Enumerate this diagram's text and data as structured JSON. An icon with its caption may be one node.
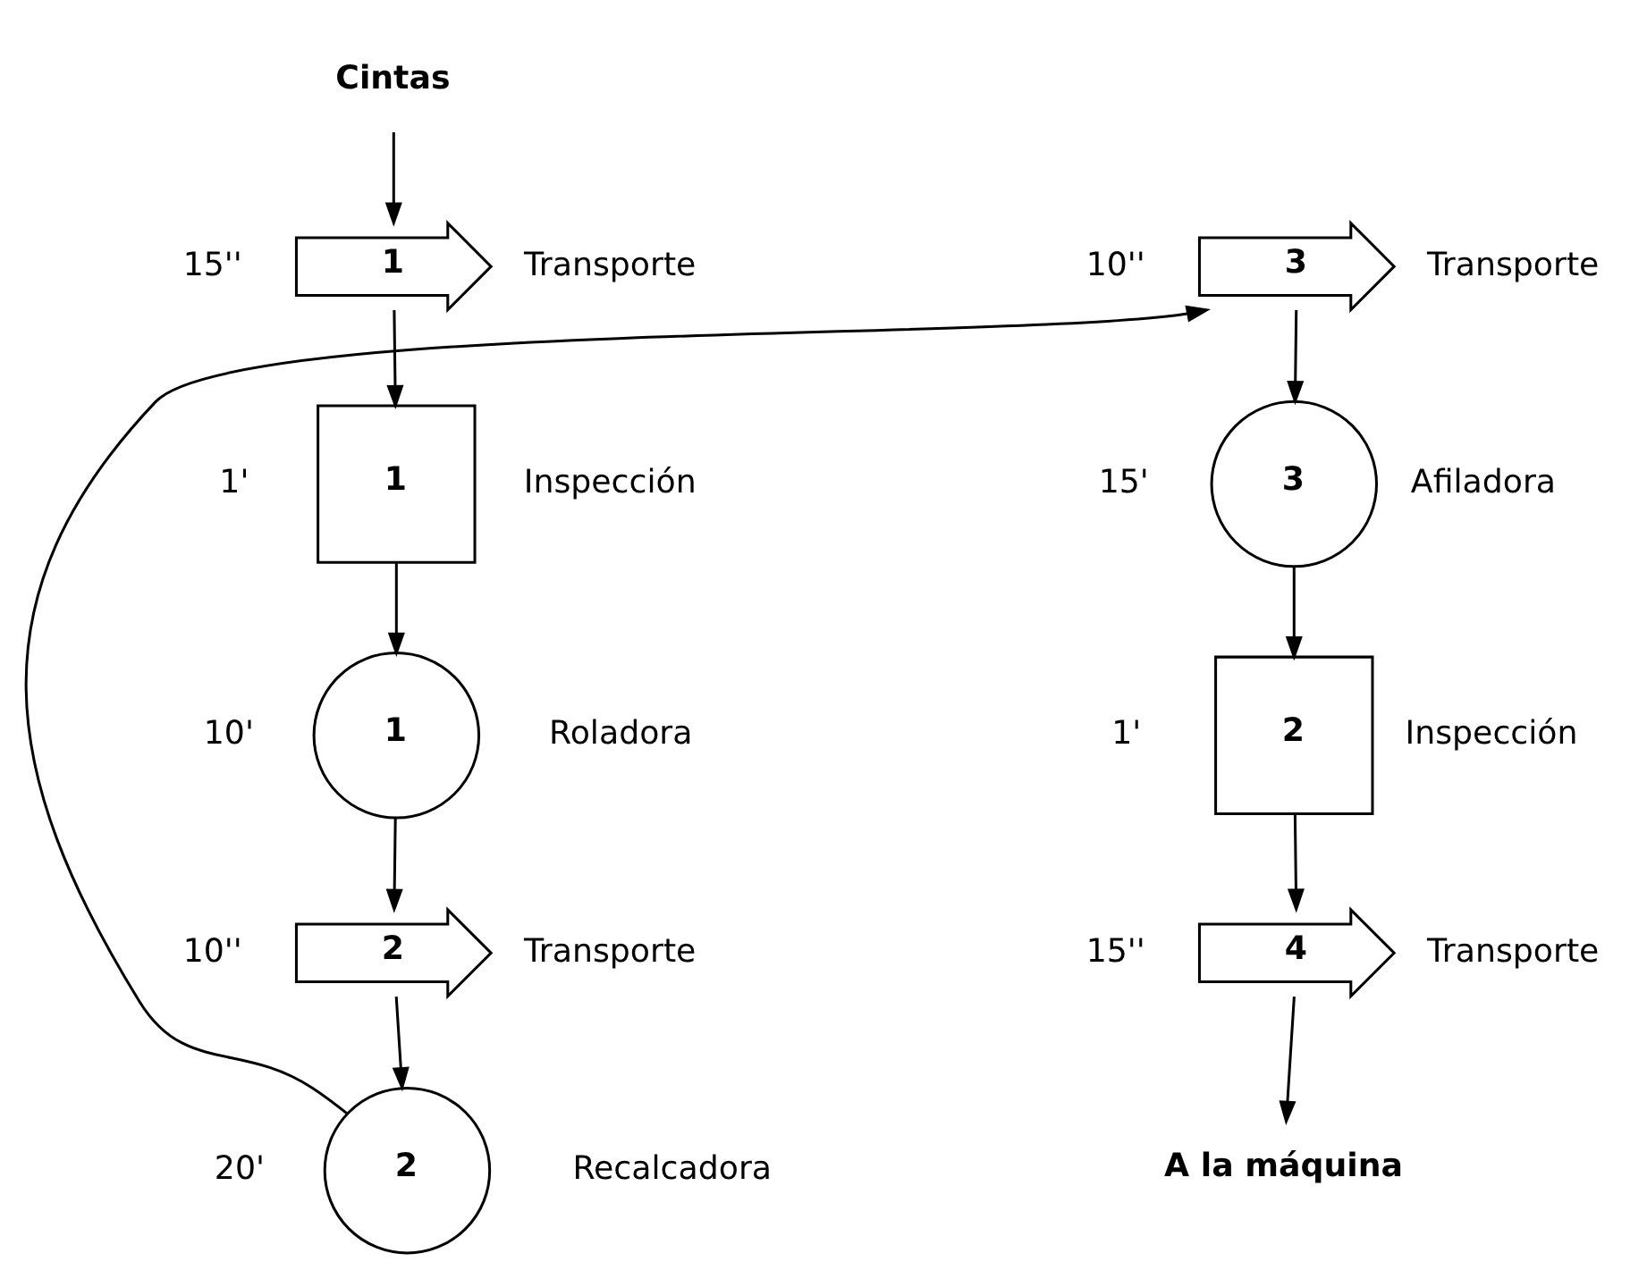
{
  "diagram": {
    "nodes": [
      {
        "text": [
          "Cintas"
        ]
      },
      {
        "text": [
          "1"
        ],
        "beside": [
          "15''",
          "Transporte"
        ]
      },
      {
        "text": [
          "1"
        ],
        "beside": [
          "1'",
          "Inspección"
        ]
      },
      {
        "text": [
          "1"
        ],
        "beside": [
          "10'",
          "Roladora"
        ]
      },
      {
        "text": [
          "2"
        ],
        "beside": [
          "10''",
          "Transporte"
        ]
      },
      {
        "text": [
          "2"
        ],
        "beside": [
          "20'",
          "Recalcadora"
        ]
      },
      {
        "text": [
          "3"
        ],
        "beside": [
          "10''",
          "Transporte"
        ]
      },
      {
        "text": [
          "3"
        ],
        "beside": [
          "15'",
          "Afiladora"
        ]
      },
      {
        "text": [
          "2"
        ],
        "beside": [
          "1'",
          "Inspección"
        ]
      },
      {
        "text": [
          "4"
        ],
        "beside": [
          "15''",
          "Transporte"
        ]
      },
      {
        "text": [
          "A la máquina"
        ]
      }
    ],
    "edges": [
      {
        "from": 0,
        "to": 1,
        "arrow": "to"
      },
      {
        "from": 1,
        "to": 2,
        "arrow": "to"
      },
      {
        "from": 2,
        "to": 3,
        "arrow": "to"
      },
      {
        "from": 3,
        "to": 4,
        "arrow": "to"
      },
      {
        "from": 4,
        "to": 5,
        "arrow": "to"
      },
      {
        "from": 5,
        "to": 6,
        "arrow": "to"
      },
      {
        "from": 6,
        "to": 7,
        "arrow": "to"
      },
      {
        "from": 7,
        "to": 8,
        "arrow": "to"
      },
      {
        "from": 8,
        "to": 9,
        "arrow": "to"
      },
      {
        "from": 9,
        "to": 10,
        "arrow": "to"
      }
    ]
  }
}
